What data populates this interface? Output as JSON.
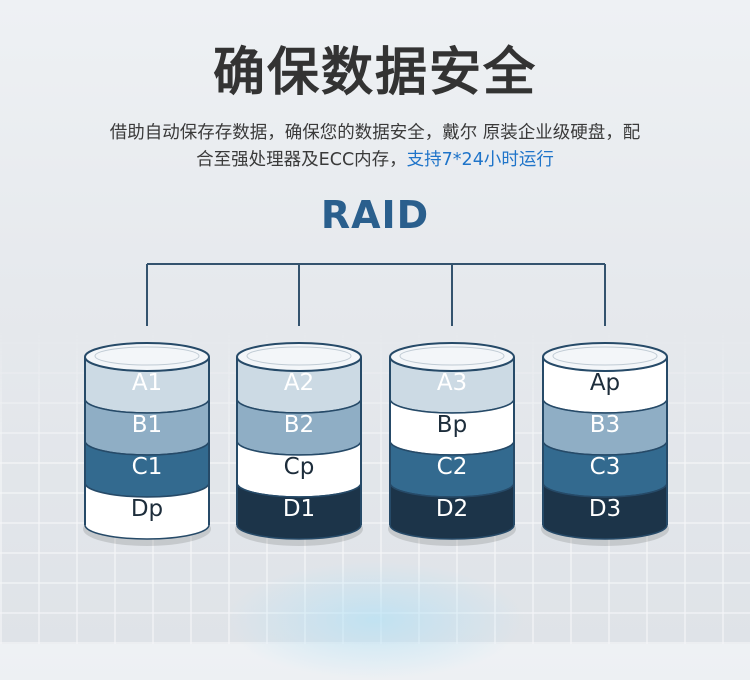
{
  "header": {
    "title": "确保数据安全",
    "description_line1": "借助自动保存存数据，确保您的数据安全，戴尔 原装企业级硬盘，配",
    "description_line2": "合至强处理器及ECC内存，",
    "description_highlight": "支持7*24小时运行"
  },
  "diagram": {
    "title": "RAID",
    "disks": [
      {
        "blocks": [
          {
            "label": "A1",
            "kind": "lightest"
          },
          {
            "label": "B1",
            "kind": "light"
          },
          {
            "label": "C1",
            "kind": "medium"
          },
          {
            "label": "Dp",
            "kind": "parity"
          }
        ]
      },
      {
        "blocks": [
          {
            "label": "A2",
            "kind": "lightest"
          },
          {
            "label": "B2",
            "kind": "light"
          },
          {
            "label": "Cp",
            "kind": "parity"
          },
          {
            "label": "D1",
            "kind": "dark"
          }
        ]
      },
      {
        "blocks": [
          {
            "label": "A3",
            "kind": "lightest"
          },
          {
            "label": "Bp",
            "kind": "parity"
          },
          {
            "label": "C2",
            "kind": "medium"
          },
          {
            "label": "D2",
            "kind": "dark"
          }
        ]
      },
      {
        "blocks": [
          {
            "label": "Ap",
            "kind": "parity"
          },
          {
            "label": "B3",
            "kind": "light"
          },
          {
            "label": "C3",
            "kind": "medium"
          },
          {
            "label": "D3",
            "kind": "dark"
          }
        ]
      }
    ],
    "colors": {
      "lightest": "#ccdae4",
      "light": "#8faec5",
      "medium": "#336a8f",
      "dark": "#1c3449",
      "parity": "#ffffff",
      "outline": "#264a68",
      "connector": "#34536e"
    }
  }
}
